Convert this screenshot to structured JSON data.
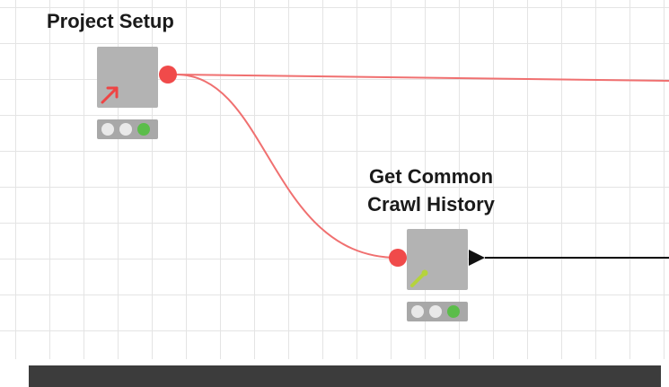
{
  "workflow": {
    "nodes": [
      {
        "name": "Project Setup",
        "icon": "arrow-icon",
        "icon_color": "#ee4444",
        "status": [
          "inactive",
          "inactive",
          "executed"
        ]
      },
      {
        "name_line1": "Get Common",
        "name_line2": "Crawl History",
        "icon": "wand-icon",
        "icon_color": "#b5d33c",
        "status": [
          "inactive",
          "inactive",
          "executed"
        ]
      }
    ],
    "colors": {
      "flow_variable_connection": "#f07070",
      "flow_variable_port": "#f04a4a",
      "data_connection": "#111111",
      "node_body": "#b3b3b3",
      "status_executed": "#5bbd4a"
    }
  }
}
